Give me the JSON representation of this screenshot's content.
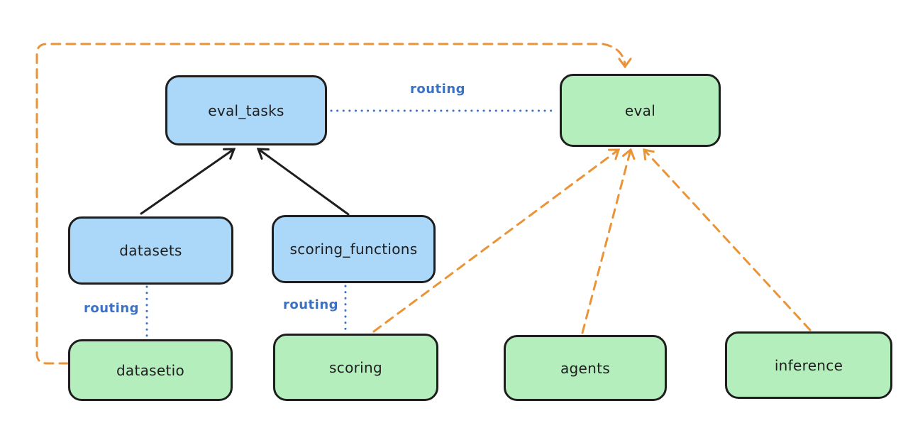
{
  "diagram": {
    "nodes": {
      "eval_tasks": {
        "label": "eval_tasks",
        "fill": "#abd7f8"
      },
      "eval": {
        "label": "eval",
        "fill": "#b5eebd"
      },
      "datasets": {
        "label": "datasets",
        "fill": "#abd7f8"
      },
      "scoring_functions": {
        "label": "scoring_functions",
        "fill": "#abd7f8"
      },
      "datasetio": {
        "label": "datasetio",
        "fill": "#b5eebd"
      },
      "scoring": {
        "label": "scoring",
        "fill": "#b5eebd"
      },
      "agents": {
        "label": "agents",
        "fill": "#b5eebd"
      },
      "inference": {
        "label": "inference",
        "fill": "#b5eebd"
      }
    },
    "edges": [
      {
        "from": "datasets",
        "to": "eval_tasks",
        "style": "solid",
        "color": "#1e1e1e",
        "arrowhead": true
      },
      {
        "from": "scoring_functions",
        "to": "eval_tasks",
        "style": "solid",
        "color": "#1e1e1e",
        "arrowhead": true
      },
      {
        "from": "eval_tasks",
        "to": "eval",
        "style": "dotted",
        "color": "#3b72c4",
        "arrowhead": false,
        "label": "routing"
      },
      {
        "from": "datasets",
        "to": "datasetio",
        "style": "dotted",
        "color": "#3b72c4",
        "arrowhead": false,
        "label": "routing"
      },
      {
        "from": "scoring_functions",
        "to": "scoring",
        "style": "dotted",
        "color": "#3b72c4",
        "arrowhead": false,
        "label": "routing"
      },
      {
        "from": "datasetio",
        "to": "eval",
        "style": "dashed",
        "color": "#eb9437",
        "arrowhead": true
      },
      {
        "from": "scoring",
        "to": "eval",
        "style": "dashed",
        "color": "#eb9437",
        "arrowhead": true
      },
      {
        "from": "agents",
        "to": "eval",
        "style": "dashed",
        "color": "#eb9437",
        "arrowhead": true
      },
      {
        "from": "inference",
        "to": "eval",
        "style": "dashed",
        "color": "#eb9437",
        "arrowhead": true
      }
    ],
    "colors": {
      "api_fill": "#abd7f8",
      "provider_fill": "#b5eebd",
      "border": "#1e1e1e",
      "routing_blue": "#3b72c4",
      "arrow_orange": "#eb9437",
      "background": "#ffffff"
    }
  }
}
